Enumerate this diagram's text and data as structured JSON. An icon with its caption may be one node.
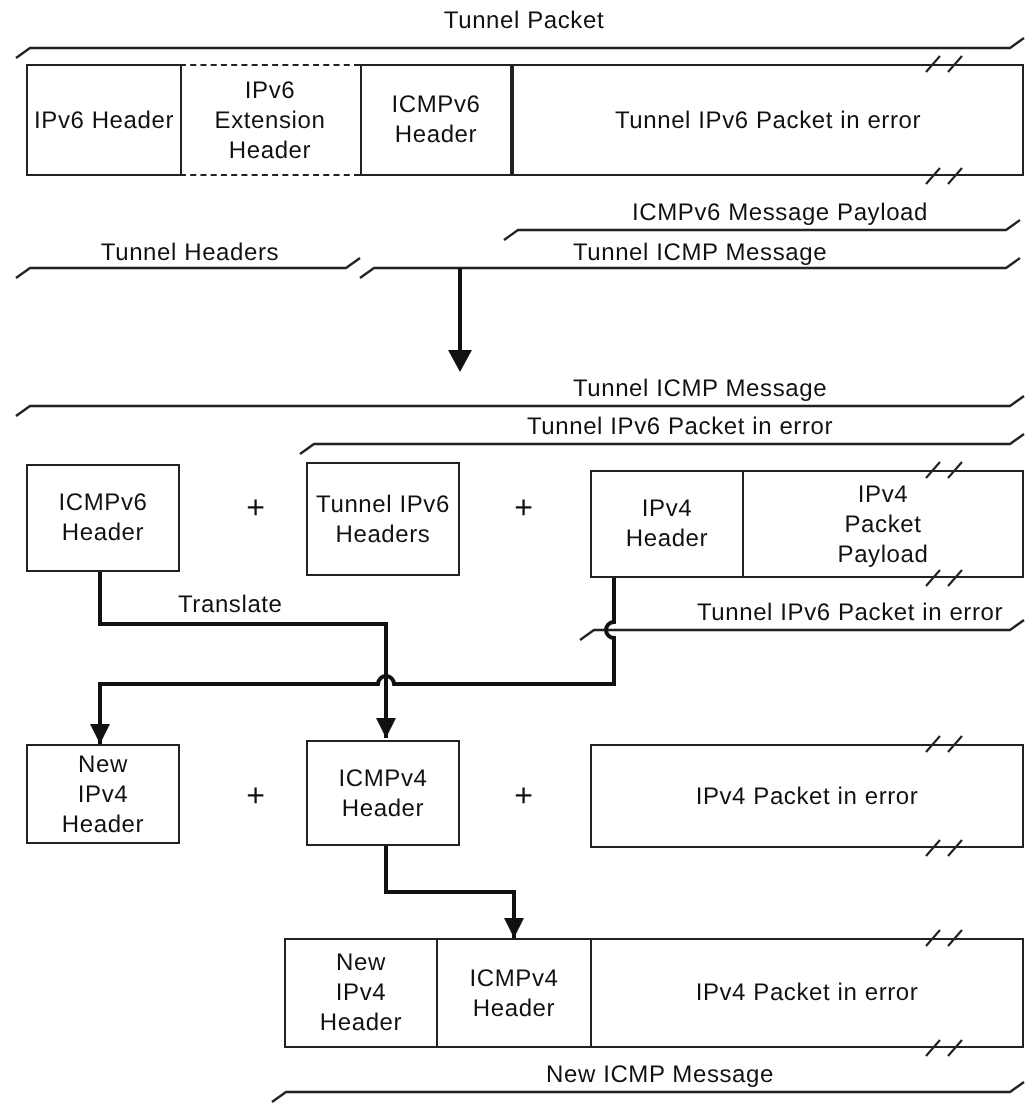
{
  "diagram": {
    "nodes": [
      {
        "text": [
          "IPv6 Header"
        ]
      },
      {
        "text": [
          "IPv6 Extension Header"
        ]
      },
      {
        "text": [
          "ICMPv6 Header"
        ]
      },
      {
        "text": [
          "Tunnel IPv6 Packet in error"
        ]
      },
      {
        "text": [
          "ICMPv6 Header"
        ]
      },
      {
        "text": [
          "Tunnel IPv6 Headers"
        ]
      },
      {
        "text": [
          "IPv4 Header"
        ]
      },
      {
        "text": [
          "IPv4 Packet Payload"
        ]
      },
      {
        "text": [
          "New IPv4 Header"
        ]
      },
      {
        "text": [
          "ICMPv4 Header"
        ]
      },
      {
        "text": [
          "IPv4 Packet in error"
        ]
      },
      {
        "text": [
          "New IPv4 Header"
        ]
      },
      {
        "text": [
          "ICMPv4 Header"
        ]
      },
      {
        "text": [
          "IPv4 Packet in error"
        ]
      }
    ],
    "edges": [
      {
        "from": 4,
        "to": 9,
        "arrow": "to",
        "label": "Translate"
      },
      {
        "from": 6,
        "to": 8,
        "arrow": "to"
      },
      {
        "from": 9,
        "to": 12,
        "arrow": "to"
      }
    ],
    "labels": [
      "Tunnel Packet",
      "ICMPv6 Message Payload",
      "Tunnel Headers",
      "Tunnel ICMP Message",
      "Tunnel ICMP Message",
      "Tunnel IPv6 Packet in error",
      "+",
      "+",
      "Tunnel IPv6 Packet in error",
      "+",
      "+",
      "New ICMP Message"
    ]
  }
}
